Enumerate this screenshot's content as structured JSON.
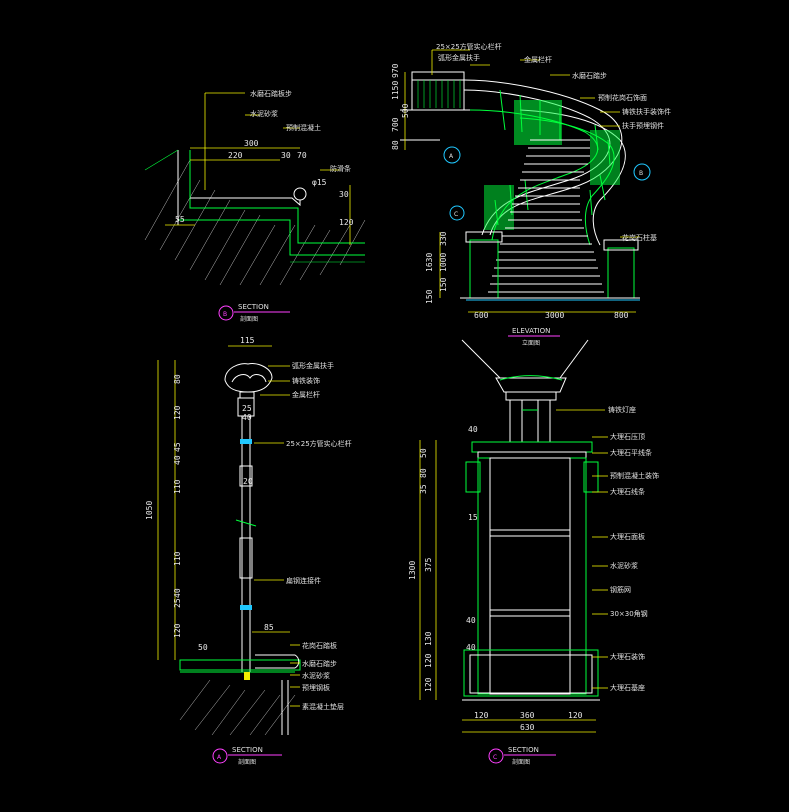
{
  "section_b": {
    "marker": "B",
    "title": "SECTION",
    "subtitle": "剖面图",
    "labels": [
      "水磨石踏板步",
      "水泥砂浆",
      "预制混凝土",
      "防滑条"
    ],
    "dims": [
      "300",
      "220",
      "30",
      "70",
      "φ15",
      "30",
      "120",
      "55"
    ]
  },
  "elevation": {
    "title": "ELEVATION",
    "subtitle": "立面图",
    "labels": [
      "25×25方管实心栏杆",
      "弧形金属扶手",
      "金属栏杆",
      "水磨石踏步",
      "预制花岗石饰面",
      "铸铁扶手装饰件",
      "扶手预埋钢件",
      "花岗石柱基"
    ],
    "dims_left": [
      "1150",
      "970",
      "700",
      "500",
      "80",
      "330",
      "1630",
      "1000",
      "150",
      "150"
    ],
    "dims_bottom": [
      "600",
      "3000",
      "800"
    ],
    "markers": [
      "A",
      "B",
      "C"
    ]
  },
  "section_a": {
    "marker": "A",
    "title": "SECTION",
    "subtitle": "剖面图",
    "labels_top": [
      "弧形金属扶手",
      "铸铁装饰",
      "金属栏杆"
    ],
    "label_mid": "25×25方管实心栏杆",
    "label_lower": "扁钢连接件",
    "labels_bottom": [
      "花岗石踏板",
      "水磨石踏步",
      "水泥砂浆",
      "预埋钢板",
      "素混凝土垫层"
    ],
    "dims_top": [
      "115",
      "25",
      "40"
    ],
    "dims_left": [
      "80",
      "120",
      "45",
      "40",
      "110",
      "110",
      "40",
      "25",
      "120",
      "50"
    ],
    "dim_total": "1050",
    "dims_inner": [
      "20",
      "85"
    ]
  },
  "section_c": {
    "marker": "C",
    "title": "SECTION",
    "subtitle": "剖面图",
    "labels": [
      "铸铁灯座",
      "大理石压顶",
      "大理石平线条",
      "预制混凝土装饰",
      "大理石线条",
      "大理石面板",
      "水泥砂浆",
      "钢筋网",
      "30×30角钢",
      "大理石装饰",
      "大理石基座"
    ],
    "dims_left": [
      "40",
      "50",
      "80",
      "35",
      "15",
      "1300",
      "375",
      "40",
      "130",
      "40",
      "120",
      "120"
    ],
    "dims_bottom": [
      "120",
      "360",
      "120"
    ],
    "dim_total": "630"
  }
}
